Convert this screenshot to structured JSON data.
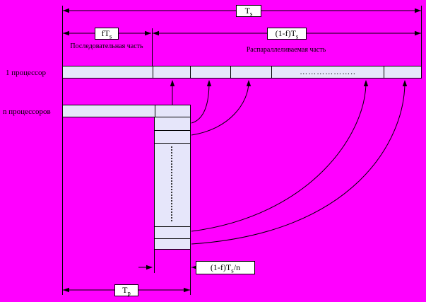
{
  "colors": {
    "background": "#FF00FF",
    "bar_fill": "#E6E6FA",
    "line": "#000000",
    "label_box_fill": "#FFFFFF"
  },
  "dimensions": {
    "total_time": {
      "prefix": "T",
      "sub": "s"
    },
    "sequential_time": {
      "prefix": "fT",
      "sub": "s"
    },
    "parallel_time": {
      "prefix": "(1-f)T",
      "sub": "s"
    },
    "parallel_time_per_proc": {
      "prefix": "(1-f)T",
      "sub": "s",
      "suffix": "/n"
    },
    "parallel_total_time": {
      "prefix": "T",
      "sub": "p"
    }
  },
  "labels": {
    "sequential_part": "Последовательная часть",
    "parallel_part": "Распараллеливаемая часть",
    "one_processor": "1 процессор",
    "n_processors": "n процессоров",
    "horizontal_dots": "……………….."
  }
}
